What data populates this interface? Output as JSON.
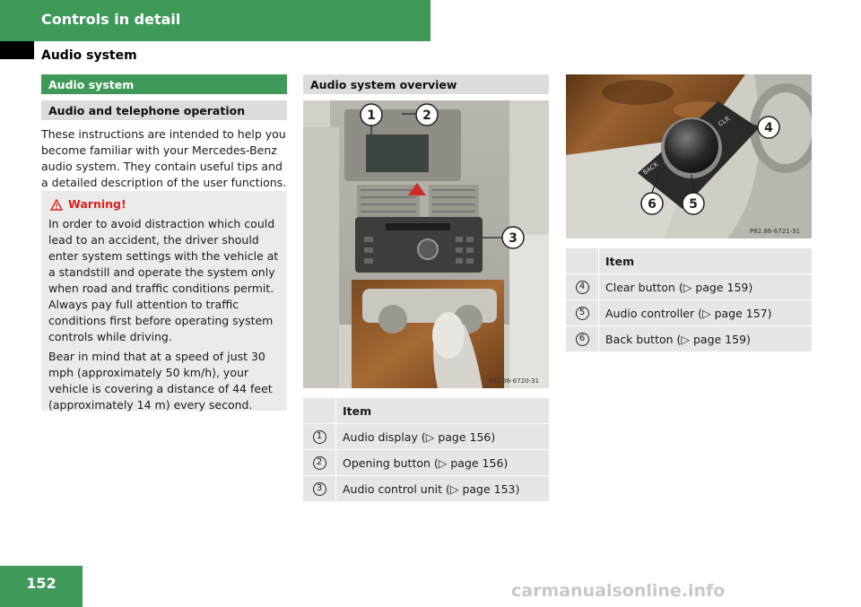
{
  "header": {
    "section": "Controls in detail",
    "subsection": "Audio system",
    "page_number": "152"
  },
  "left": {
    "bar_audio": "Audio system",
    "bar_operation": "Audio and telephone operation",
    "intro": "These instructions are intended to help you become familiar with your Mercedes-Benz audio system. They contain useful tips and a detailed description of the user functions.",
    "warning": {
      "title": "Warning!",
      "p1": "In order to avoid distraction which could lead to an accident, the driver should enter system settings with the vehicle at a standstill and operate the system only when road and traffic conditions permit. Always pay full attention to traffic conditions first before operating system controls while driving.",
      "p2": "Bear in mind that at a speed of just 30 mph (approximately 50 km/h), your vehicle is covering a distance of 44 feet (approximately 14 m) every second."
    }
  },
  "middle": {
    "bar_overview": "Audio system overview",
    "photo_code": "P82.86-6720-31",
    "callouts": [
      "1",
      "2",
      "3"
    ],
    "table_header": "Item",
    "table": [
      {
        "num": "1",
        "text": "Audio display (▷ page 156)"
      },
      {
        "num": "2",
        "text": "Opening button (▷ page 156)"
      },
      {
        "num": "3",
        "text": "Audio control unit (▷ page 153)"
      }
    ]
  },
  "right": {
    "photo_code": "P82.86-6721-31",
    "callouts": [
      "4",
      "5",
      "6"
    ],
    "button_labels": {
      "back": "BACK",
      "clr": "CLR"
    },
    "table_header": "Item",
    "table": [
      {
        "num": "4",
        "text": "Clear button (▷ page 159)"
      },
      {
        "num": "5",
        "text": "Audio controller (▷ page 157)"
      },
      {
        "num": "6",
        "text": "Back button (▷ page 159)"
      }
    ]
  },
  "footer": {
    "watermark": "carmanualsonline.info"
  }
}
